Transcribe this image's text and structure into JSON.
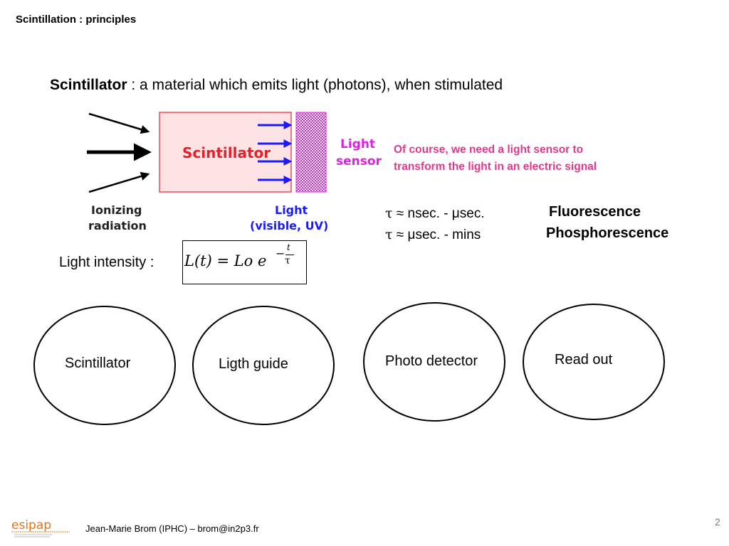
{
  "slide": {
    "title": "Scintillation : principles",
    "definition_term": "Scintillator",
    "definition_text": " : a material which emits light (photons),  when stimulated",
    "diagram": {
      "scintillator_label": "Scintillator",
      "light_sensor_line1": "Light",
      "light_sensor_line2": "sensor",
      "ionizing_line1": "Ionizing",
      "ionizing_line2": "radiation",
      "light_line1": "Light",
      "light_line2": "(visible, UV)",
      "colors": {
        "box_fill": "#fde3e3",
        "box_stroke": "#f04a5a",
        "label_red": "#e8202a",
        "sensor": "#e020e0",
        "arrows_blue": "#1a1aff",
        "light_blue": "#1a1aff"
      }
    },
    "note_line1": "Of course, we need a light sensor to",
    "note_line2": "transform the light in an electric signal",
    "note_color": "#e2388c",
    "decays": [
      {
        "symbol": "τ",
        "range": " ≈ nsec. - μsec.",
        "phenomenon": "Fluorescence"
      },
      {
        "symbol": "τ",
        "range": " ≈ μsec. - mins",
        "phenomenon": "Phosphorescence"
      }
    ],
    "light_intensity_label": "Light intensity  :",
    "formula": {
      "lhs": "L(t) = Lo e",
      "exp_sign": "−",
      "exp_num": "t",
      "exp_den": "τ"
    },
    "chain": [
      "Scintillator",
      "Ligth guide",
      "Photo detector",
      "Read out"
    ],
    "footer": {
      "logo_text": "esipap",
      "logo_color": "#e8741a",
      "author": "Jean-Marie Brom (IPHC) – brom@in2p3.fr",
      "page_number": "2"
    }
  }
}
